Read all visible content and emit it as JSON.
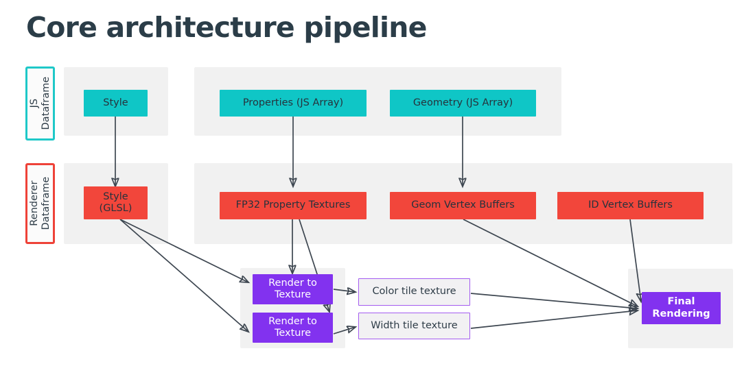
{
  "title": "Core architecture pipeline",
  "colors": {
    "title": "#2b3d48",
    "teal": "#0fc6c6",
    "red": "#f2463b",
    "purple": "#8232ef",
    "purple_outline": "#a35bf0",
    "band_gray": "#f1f1f1",
    "edge": "#3d4650"
  },
  "lanes": [
    {
      "id": "js-dataframe",
      "label": "JS\nDataframe",
      "accent": "#1ec8c8"
    },
    {
      "id": "renderer-dataframe",
      "label": "Renderer\nDataframe",
      "accent": "#ee4238"
    }
  ],
  "nodes": {
    "style": {
      "label": "Style",
      "kind": "teal"
    },
    "properties": {
      "label": "Properties (JS Array)",
      "kind": "teal"
    },
    "geometry": {
      "label": "Geometry (JS Array)",
      "kind": "teal"
    },
    "style_glsl": {
      "label": "Style\n(GLSL)",
      "kind": "red"
    },
    "fp32": {
      "label": "FP32 Property Textures",
      "kind": "red"
    },
    "geom_vertex": {
      "label": "Geom Vertex Buffers",
      "kind": "red"
    },
    "id_vertex": {
      "label": "ID Vertex Buffers",
      "kind": "red"
    },
    "render_to_texture_1": {
      "label": "Render to\nTexture",
      "kind": "purple"
    },
    "render_to_texture_2": {
      "label": "Render to\nTexture",
      "kind": "purple"
    },
    "color_tile": {
      "label": "Color tile texture",
      "kind": "outline-purple"
    },
    "width_tile": {
      "label": "Width tile texture",
      "kind": "outline-purple"
    },
    "final_rendering": {
      "label": "Final\nRendering",
      "kind": "purple-bold"
    }
  },
  "edges": [
    {
      "from": "style",
      "to": "style_glsl"
    },
    {
      "from": "properties",
      "to": "fp32"
    },
    {
      "from": "geometry",
      "to": "geom_vertex"
    },
    {
      "from": "style_glsl",
      "to": "render_to_texture_1"
    },
    {
      "from": "style_glsl",
      "to": "render_to_texture_2"
    },
    {
      "from": "fp32",
      "to": "render_to_texture_1"
    },
    {
      "from": "fp32",
      "to": "render_to_texture_2"
    },
    {
      "from": "render_to_texture_1",
      "to": "color_tile"
    },
    {
      "from": "render_to_texture_2",
      "to": "width_tile"
    },
    {
      "from": "color_tile",
      "to": "final_rendering"
    },
    {
      "from": "width_tile",
      "to": "final_rendering"
    },
    {
      "from": "geom_vertex",
      "to": "final_rendering"
    },
    {
      "from": "id_vertex",
      "to": "final_rendering"
    }
  ]
}
